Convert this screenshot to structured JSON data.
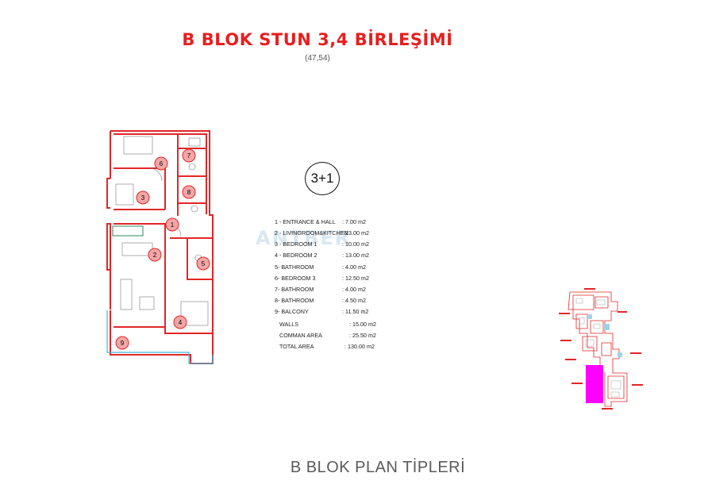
{
  "page": {
    "title": "B BLOK STUN 3,4 BİRLEŞİMİ",
    "subtitle": "(47,54)",
    "footer": "B BLOK PLAN TİPLERİ"
  },
  "unit_type": "3+1",
  "watermark": "ANTBER",
  "rooms": [
    {
      "label": "1 - ENTRANCE & HALL",
      "value": ": 7.00 m2"
    },
    {
      "label": "2 - LIVINGROOM&KITCHEN",
      "value": ": 23.00 m2"
    },
    {
      "label": "3 - BEDROOM 1",
      "value": ": 10.00 m2"
    },
    {
      "label": "4 - BEDROOM 2",
      "value": ": 13.00 m2"
    },
    {
      "label": "5- BATHROOM",
      "value": ": 4.00 m2"
    },
    {
      "label": "6- BEDROOM 3",
      "value": ": 12.50 m2"
    },
    {
      "label": "7- BATHROOM",
      "value": ": 4.00 m2"
    },
    {
      "label": "8- BATHROOM",
      "value": ": 4.50 m2"
    },
    {
      "label": "9- BALCONY",
      "value": ": 11.50 m2"
    },
    {
      "label": "WALLS",
      "value": ": 15.00 m2"
    },
    {
      "label": "COMMAN AREA",
      "value": ": 25.50 m2"
    },
    {
      "label": "TOTAL AREA",
      "value": ": 130.00 m2"
    }
  ],
  "plan_markers": [
    "6",
    "7",
    "3",
    "8",
    "1",
    "2",
    "5",
    "4",
    "9"
  ],
  "colors": {
    "title": "#e81e1e",
    "walls": "#e32626",
    "balcony": "#39b6d8",
    "marker_fill": "#f3a6a6",
    "highlight": "#ff00ff"
  }
}
